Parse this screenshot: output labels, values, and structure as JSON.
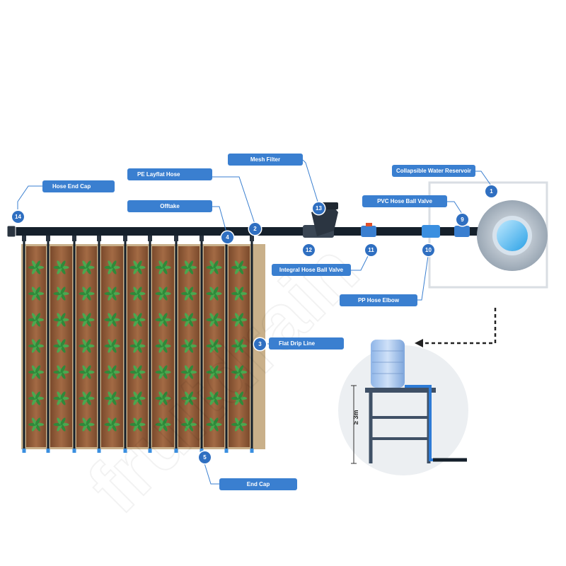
{
  "watermark": "fruitdrain",
  "colors": {
    "accent": "#3a7fd0",
    "badge": "#2f6fc1",
    "pipe": "#15202b",
    "soil": "#8a5a3a",
    "plant": "#2f8a3a",
    "valve_red": "#e0502a",
    "reservoir": "#b8c4d0"
  },
  "labels": [
    {
      "id": "hose_end_cap",
      "text": "Hose End Cap",
      "number": "14"
    },
    {
      "id": "pe_layflat_hose",
      "text": "PE Layflat Hose",
      "number": "2"
    },
    {
      "id": "offtake",
      "text": "Offtake",
      "number": "4"
    },
    {
      "id": "mesh_filter",
      "text": "Mesh Filter",
      "number": "13"
    },
    {
      "id": "collapsible_reservoir",
      "text": "Collapsible Water Reservoir",
      "number": "1"
    },
    {
      "id": "pvc_ball_valve",
      "text": "PVC Hose Ball Valve",
      "number": "9"
    },
    {
      "id": "integral_ball_valve",
      "text": "Integral Hose Ball Valve",
      "number": "11"
    },
    {
      "id": "pp_hose_elbow",
      "text": "PP Hose Elbow",
      "number": "10"
    },
    {
      "id": "flat_drip_line",
      "text": "Flat Drip Line",
      "number": "3"
    },
    {
      "id": "end_cap",
      "text": "End Cap",
      "number": "5"
    }
  ],
  "extra_badge": "12",
  "tank_height": "≥ 3m"
}
